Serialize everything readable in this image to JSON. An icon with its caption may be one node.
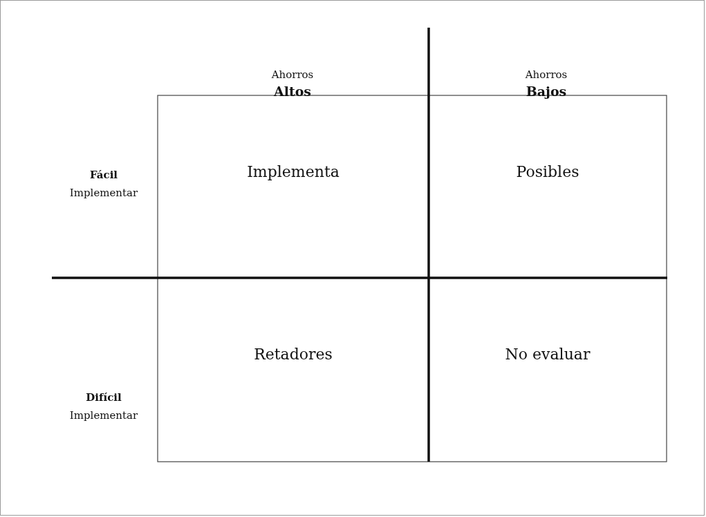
{
  "diagram": {
    "nodes": [
      {
        "text": [
          "Implementa"
        ]
      },
      {
        "text": [
          "Posibles"
        ]
      },
      {
        "text": [
          "Retadores"
        ]
      },
      {
        "text": [
          "No evaluar"
        ]
      }
    ],
    "labels": [
      "Ahorros **Altos**",
      "Ahorros **Bajos**",
      "**Fácil** Implementar",
      "**Difícil** Implementar"
    ]
  }
}
